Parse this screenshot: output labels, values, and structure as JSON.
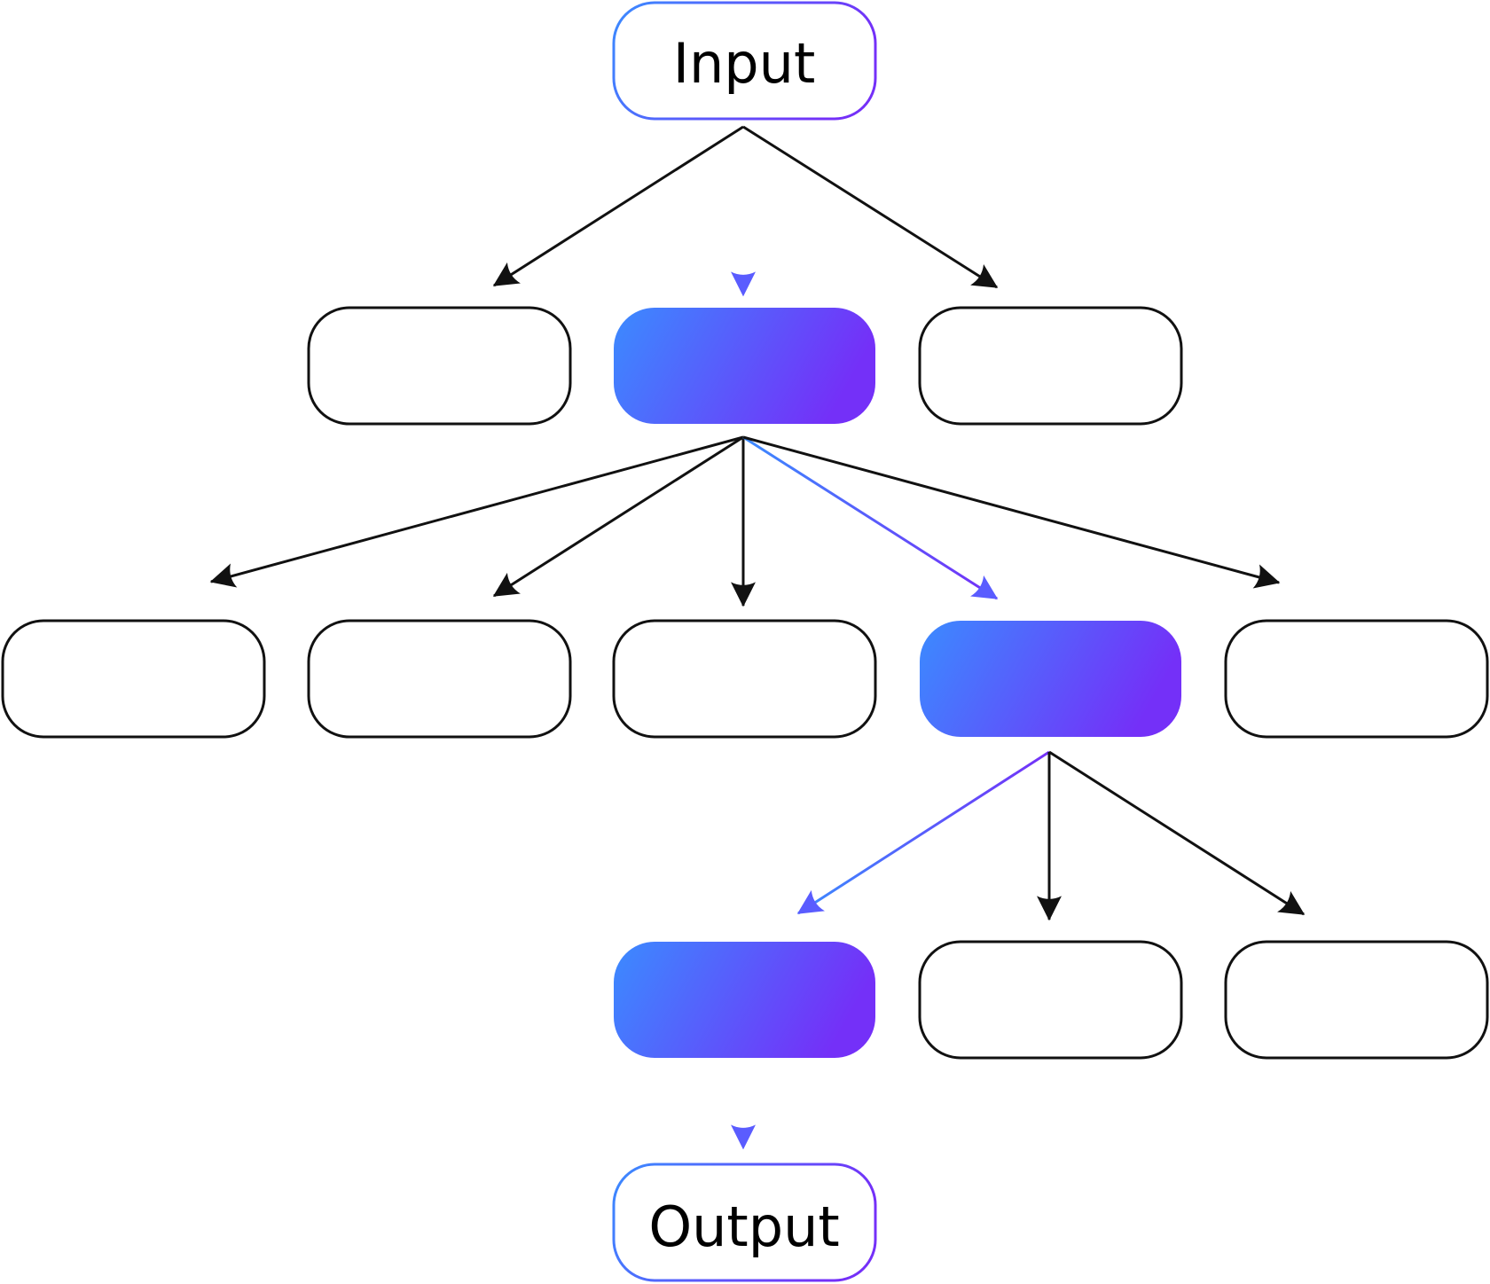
{
  "input_label": "Input",
  "output_label": "Output",
  "colors": {
    "gradient_start": "#3b8bff",
    "gradient_end": "#7430f8",
    "stroke": "#111111",
    "background": "#ffffff"
  },
  "levels": [
    {
      "nodes": 3,
      "highlighted_index": 1
    },
    {
      "nodes": 5,
      "highlighted_index": 3
    },
    {
      "nodes": 3,
      "highlighted_index": 0
    }
  ]
}
